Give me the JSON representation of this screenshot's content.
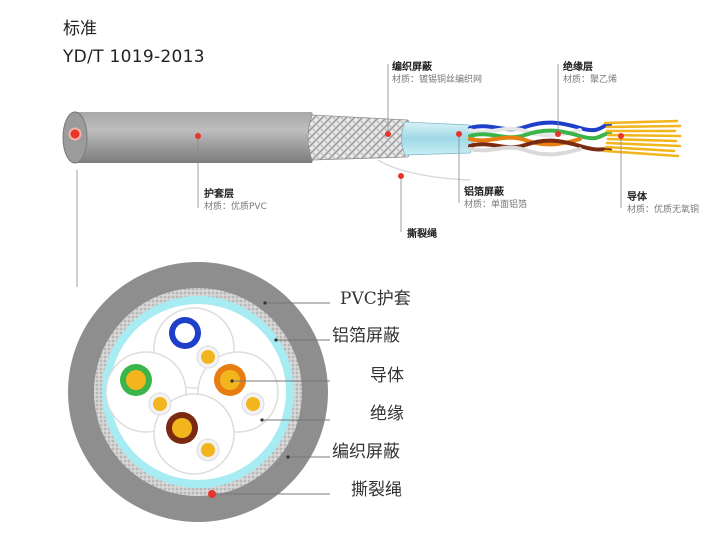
{
  "standard": {
    "label": "标准",
    "code": "YD/T 1019-2013"
  },
  "side_view_callouts": {
    "braid": {
      "title": "编织屏蔽",
      "material": "材质：镀锡铜丝编织网"
    },
    "insulation": {
      "title": "绝缘层",
      "material": "材质：聚乙烯"
    },
    "jacket": {
      "title": "护套层",
      "material": "材质：优质PVC"
    },
    "foil": {
      "title": "铝箔屏蔽",
      "material": "材质：单面铝箔"
    },
    "conductor": {
      "title": "导体",
      "material": "材质：优质无氧铜"
    },
    "ripcord": {
      "title": "撕裂绳"
    }
  },
  "cross_section_labels": {
    "pvc_jacket": "PVC护套",
    "foil_shield": "铝箔屏蔽",
    "conductor": "导体",
    "insulation": "绝缘",
    "braid_shield": "编织屏蔽",
    "ripcord": "撕裂绳"
  },
  "colors": {
    "jacket_gray": "#8e8e8e",
    "marker_red": "#e8352a",
    "pair_blue": "#1d3fc9",
    "pair_orange": "#e87d12",
    "pair_green": "#3bb54a",
    "pair_brown": "#7a2a10",
    "conductor_gold": "#f2b51e",
    "foil_cyan": "#a6ecf2"
  }
}
